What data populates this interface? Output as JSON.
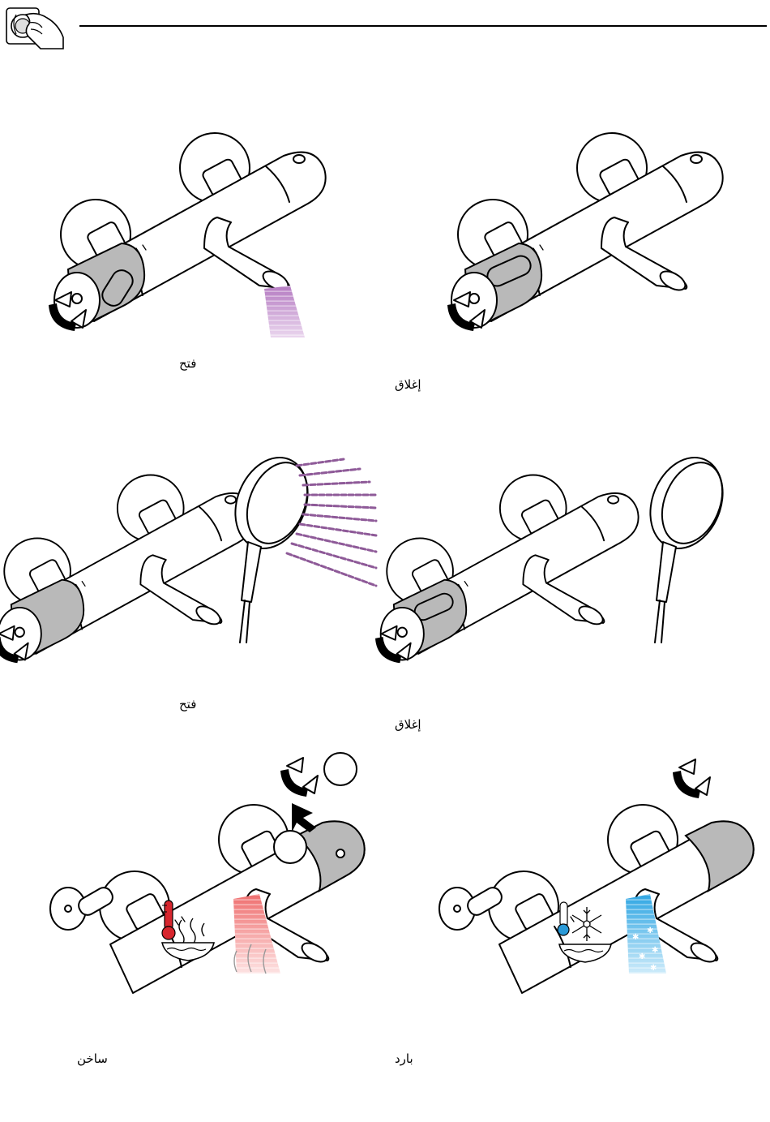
{
  "labels": {
    "open_1": "فتح",
    "close_1": "إغلاق",
    "open_2": "فتح",
    "close_2": "إغلاق",
    "hot": "ساخن",
    "cold": "بارد"
  },
  "icons": {
    "header": "hand-turning-knob-icon",
    "hot": "thermometer-hot-icon",
    "cold": "snowflake-cold-icon"
  },
  "colors": {
    "bath_water": "#c79ad0",
    "shower_spray": "#8e5a98",
    "hot_water": "#f08a8a",
    "cold_water": "#5ab8e8",
    "thermo_hot": "#d7262e",
    "thermo_cold": "#2a9ad8",
    "control_grey": "#b9b9b9"
  }
}
